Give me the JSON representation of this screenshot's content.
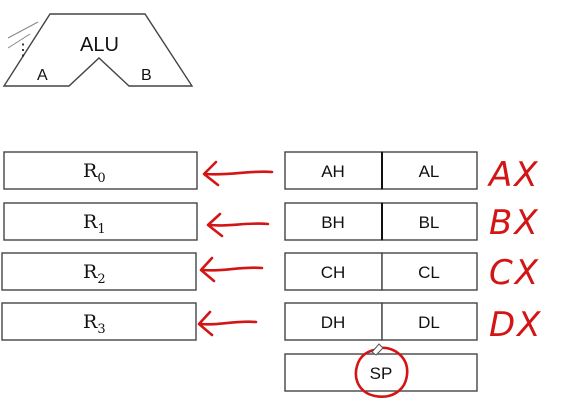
{
  "alu": {
    "label": "ALU",
    "input_a": "A",
    "input_b": "B",
    "ellipsis": "⋮"
  },
  "registers": [
    {
      "base": "R",
      "sub": "0"
    },
    {
      "base": "R",
      "sub": "1"
    },
    {
      "base": "R",
      "sub": "2"
    },
    {
      "base": "R",
      "sub": "3"
    }
  ],
  "halves": [
    {
      "high": "AH",
      "low": "AL",
      "annotation": "AX"
    },
    {
      "high": "BH",
      "low": "BL",
      "annotation": "BX"
    },
    {
      "high": "CH",
      "low": "CL",
      "annotation": "CX"
    },
    {
      "high": "DH",
      "low": "DL",
      "annotation": "DX"
    }
  ],
  "sp": {
    "label": "SP"
  },
  "colors": {
    "annotation": "#d31515",
    "box_stroke": "#444444"
  },
  "icons": {
    "arrow": "left-arrow-icon",
    "circle": "circle-mark-icon"
  }
}
